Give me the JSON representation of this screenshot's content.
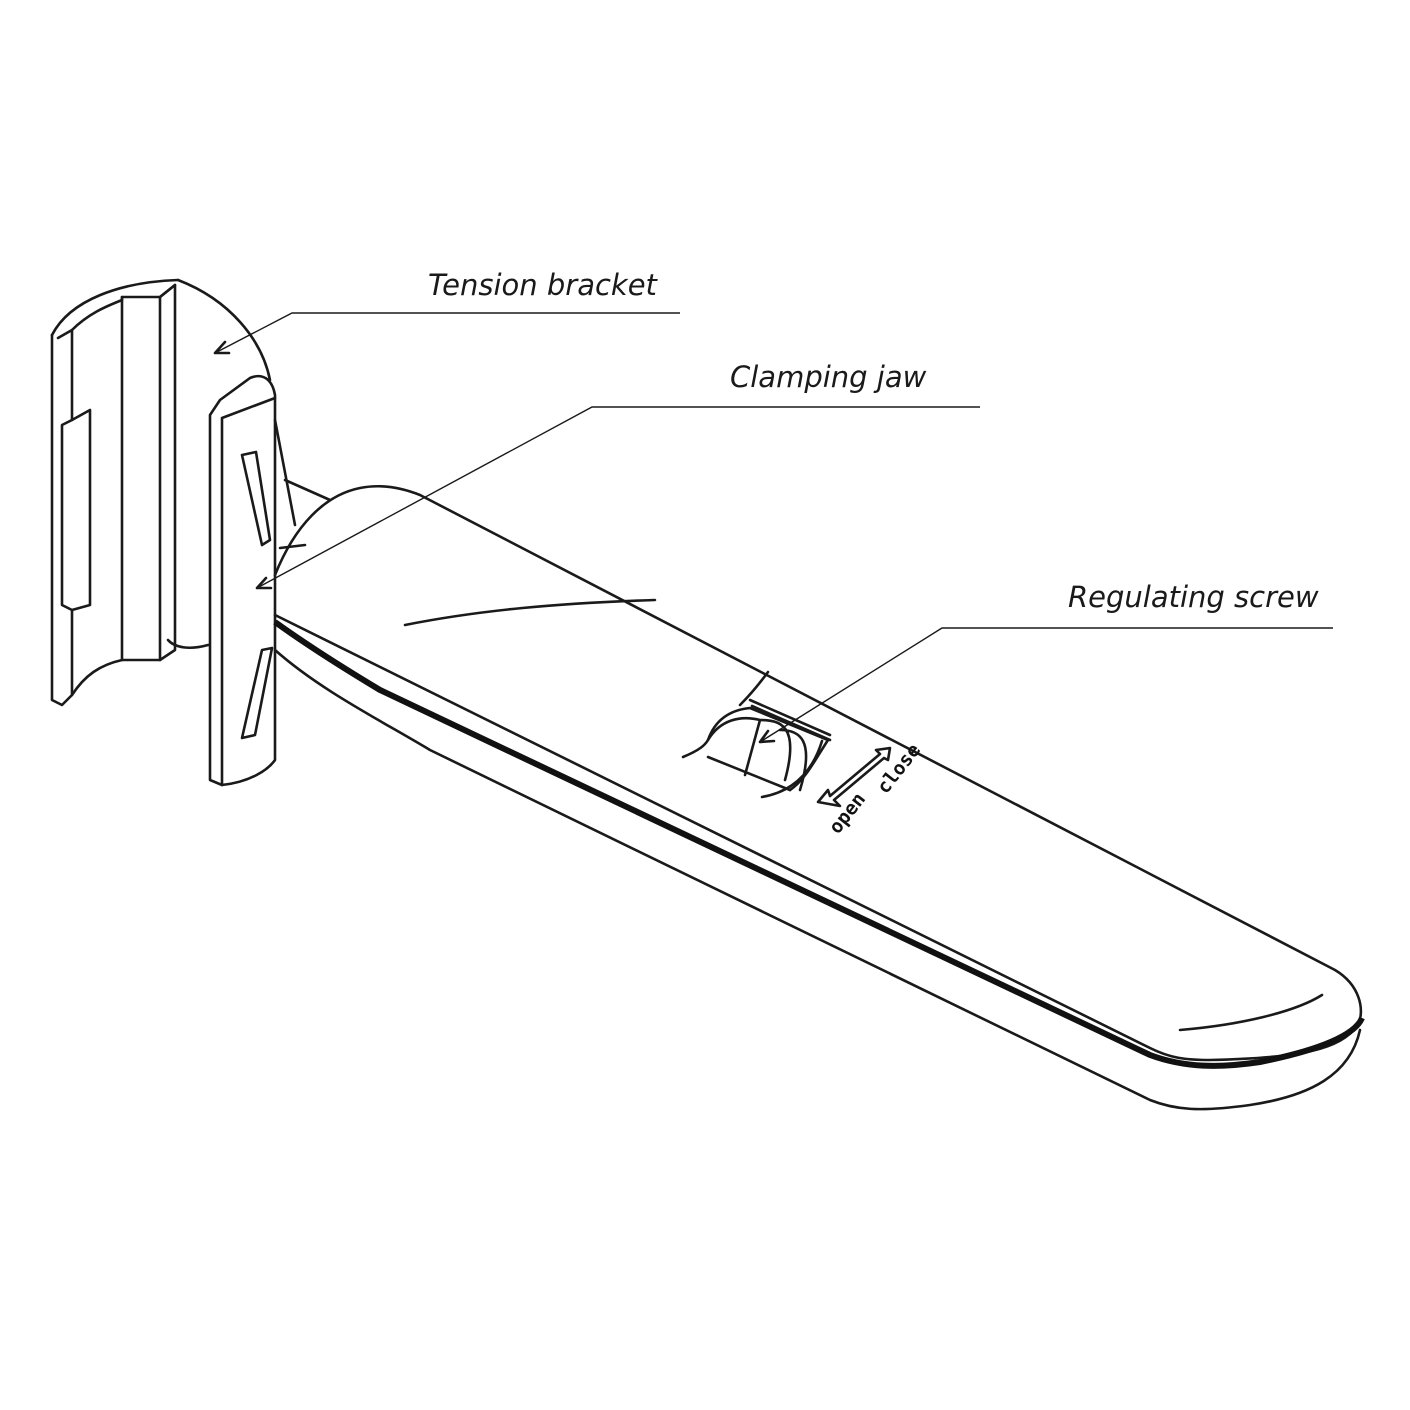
{
  "labels": {
    "tension_bracket": "Tension bracket",
    "clamping_jaw": "Clamping jaw",
    "regulating_screw": "Regulating screw"
  },
  "embossed": {
    "open": "open",
    "close": "close"
  },
  "colors": {
    "line": "#1a1a1a",
    "background": "#ffffff"
  }
}
